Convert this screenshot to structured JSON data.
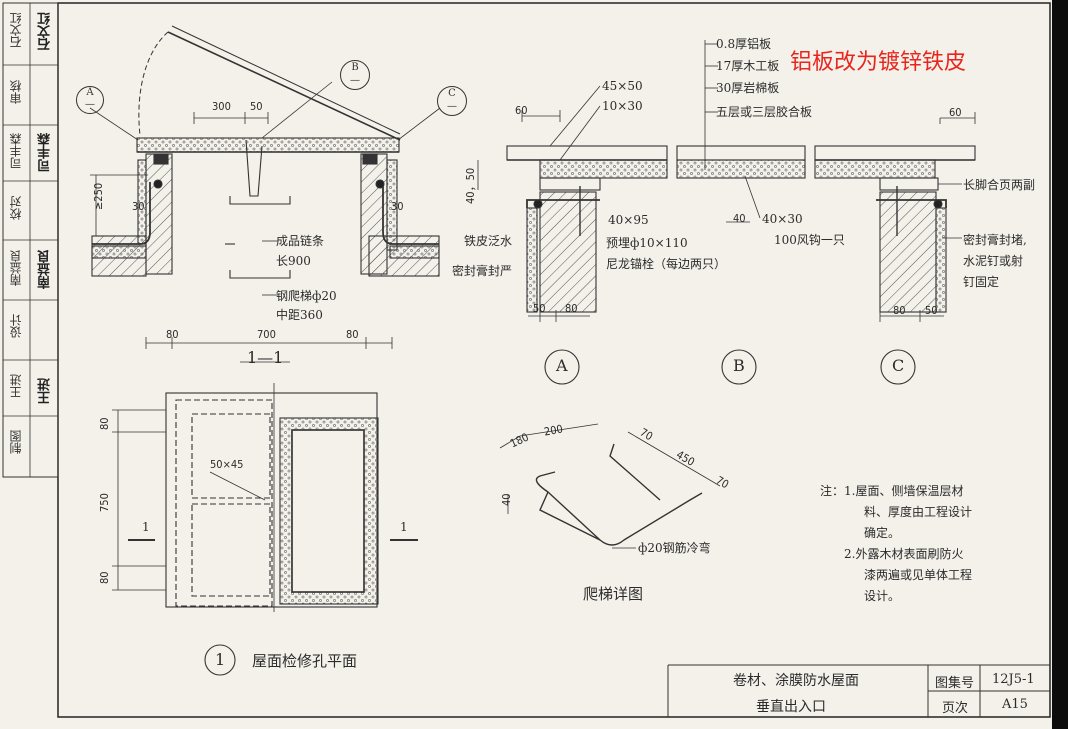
{
  "side_block": {
    "roles": [
      "石文红",
      "审核",
      "司丰森",
      "校对",
      "南益良",
      "设计",
      "王进",
      "制图"
    ],
    "signatures": [
      "石文红",
      "司丰森",
      "南益良",
      "王进"
    ]
  },
  "annotation": "铝板改为镀锌铁皮",
  "section_1_1": {
    "markers": [
      "A",
      "B",
      "C"
    ],
    "dims": {
      "d300": "300",
      "d50": "50",
      "d250": "≥250",
      "d30a": "30",
      "d30b": "30",
      "d80a": "80",
      "d700": "700",
      "d80b": "80"
    },
    "labels": {
      "chain": "成品链条",
      "chain_len": "长900",
      "ladder": "钢爬梯ф20",
      "ladder_spacing": "中距360"
    },
    "title": "1—1"
  },
  "detail_a": {
    "dims": {
      "d60": "60",
      "d4550": "40，50",
      "d50": "50",
      "d80": "80"
    },
    "labels": {
      "l45x50": "45×50",
      "l10x30": "10×30",
      "l40x95": "40×95",
      "iron": "铁皮泛水",
      "seal": "密封膏封严",
      "bolt1": "预埋ф10×110",
      "bolt2": "尼龙锚栓（每边两只）"
    },
    "marker": "A"
  },
  "detail_b": {
    "layers": [
      "0.8厚铝板",
      "17厚木工板",
      "30厚岩棉板",
      "五层或三层胶合板"
    ],
    "labels": {
      "d40": "40",
      "l40x30": "40×30",
      "hook": "100风钩一只"
    },
    "marker": "B"
  },
  "detail_c": {
    "dims": {
      "d60": "60",
      "d80": "80",
      "d50": "50"
    },
    "labels": {
      "hinge": "长脚合页两副",
      "seal1": "密封膏封堵,",
      "seal2": "水泥钉或射",
      "seal3": "钉固定"
    },
    "marker": "C"
  },
  "plan": {
    "dims": {
      "d80a": "80",
      "d750": "750",
      "d80b": "80",
      "d5045": "50×45"
    },
    "section_marks": [
      "1",
      "1"
    ],
    "marker": "1",
    "title": "屋面检修孔平面"
  },
  "ladder_detail": {
    "dims": {
      "d180": "180",
      "d200": "200",
      "d70a": "70",
      "d450": "450",
      "d70b": "70",
      "d40": "40"
    },
    "rebar": "ф20钢筋冷弯",
    "title": "爬梯详图"
  },
  "notes": {
    "lines": [
      "注：1.屋面、侧墙保温层材",
      "料、厚度由工程设计",
      "确定。",
      "2.外露木材表面刷防火",
      "漆两遍或见单体工程",
      "设计。"
    ]
  },
  "title_block": {
    "title1": "卷材、涂膜防水屋面",
    "title2": "垂直出入口",
    "atlas_label": "图集号",
    "atlas_value": "12J5-1",
    "page_label": "页次",
    "page_value": "A15"
  }
}
